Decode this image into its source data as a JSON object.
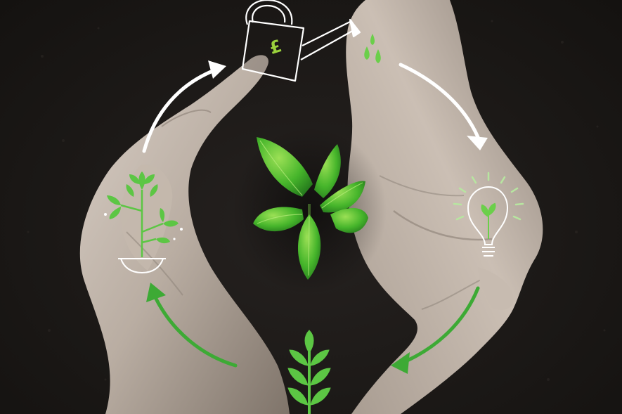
{
  "scene": {
    "description_label": "",
    "colors": {
      "background": "#1c1917",
      "skin_light": "#d6cbc1",
      "skin_mid": "#b3a79c",
      "skin_shadow": "#7d7268",
      "leaf_green": "#3fb52a",
      "leaf_light": "#8fdc4a",
      "icon_green": "#5cc644",
      "arrow_white": "#ffffff",
      "arrow_green": "#3daa35"
    }
  },
  "icons": {
    "watering_can": {
      "name": "watering-can-icon",
      "symbol": "£"
    },
    "water_drops": {
      "name": "water-drops-icon"
    },
    "lightbulb": {
      "name": "lightbulb-sprout-icon"
    },
    "sapling_bottom": {
      "name": "sapling-icon"
    },
    "potted_plant": {
      "name": "potted-plant-icon"
    },
    "center_plant": {
      "name": "seedling-photo"
    }
  },
  "cycle_arrows": [
    "white",
    "white",
    "green",
    "green"
  ]
}
